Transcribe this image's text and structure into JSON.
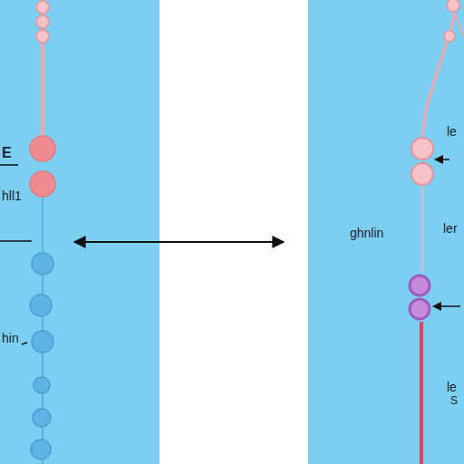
{
  "diagram": {
    "labels": [
      "E",
      "hll1",
      "hin",
      "le",
      "ghnlin",
      "ler",
      "le",
      "S"
    ]
  }
}
